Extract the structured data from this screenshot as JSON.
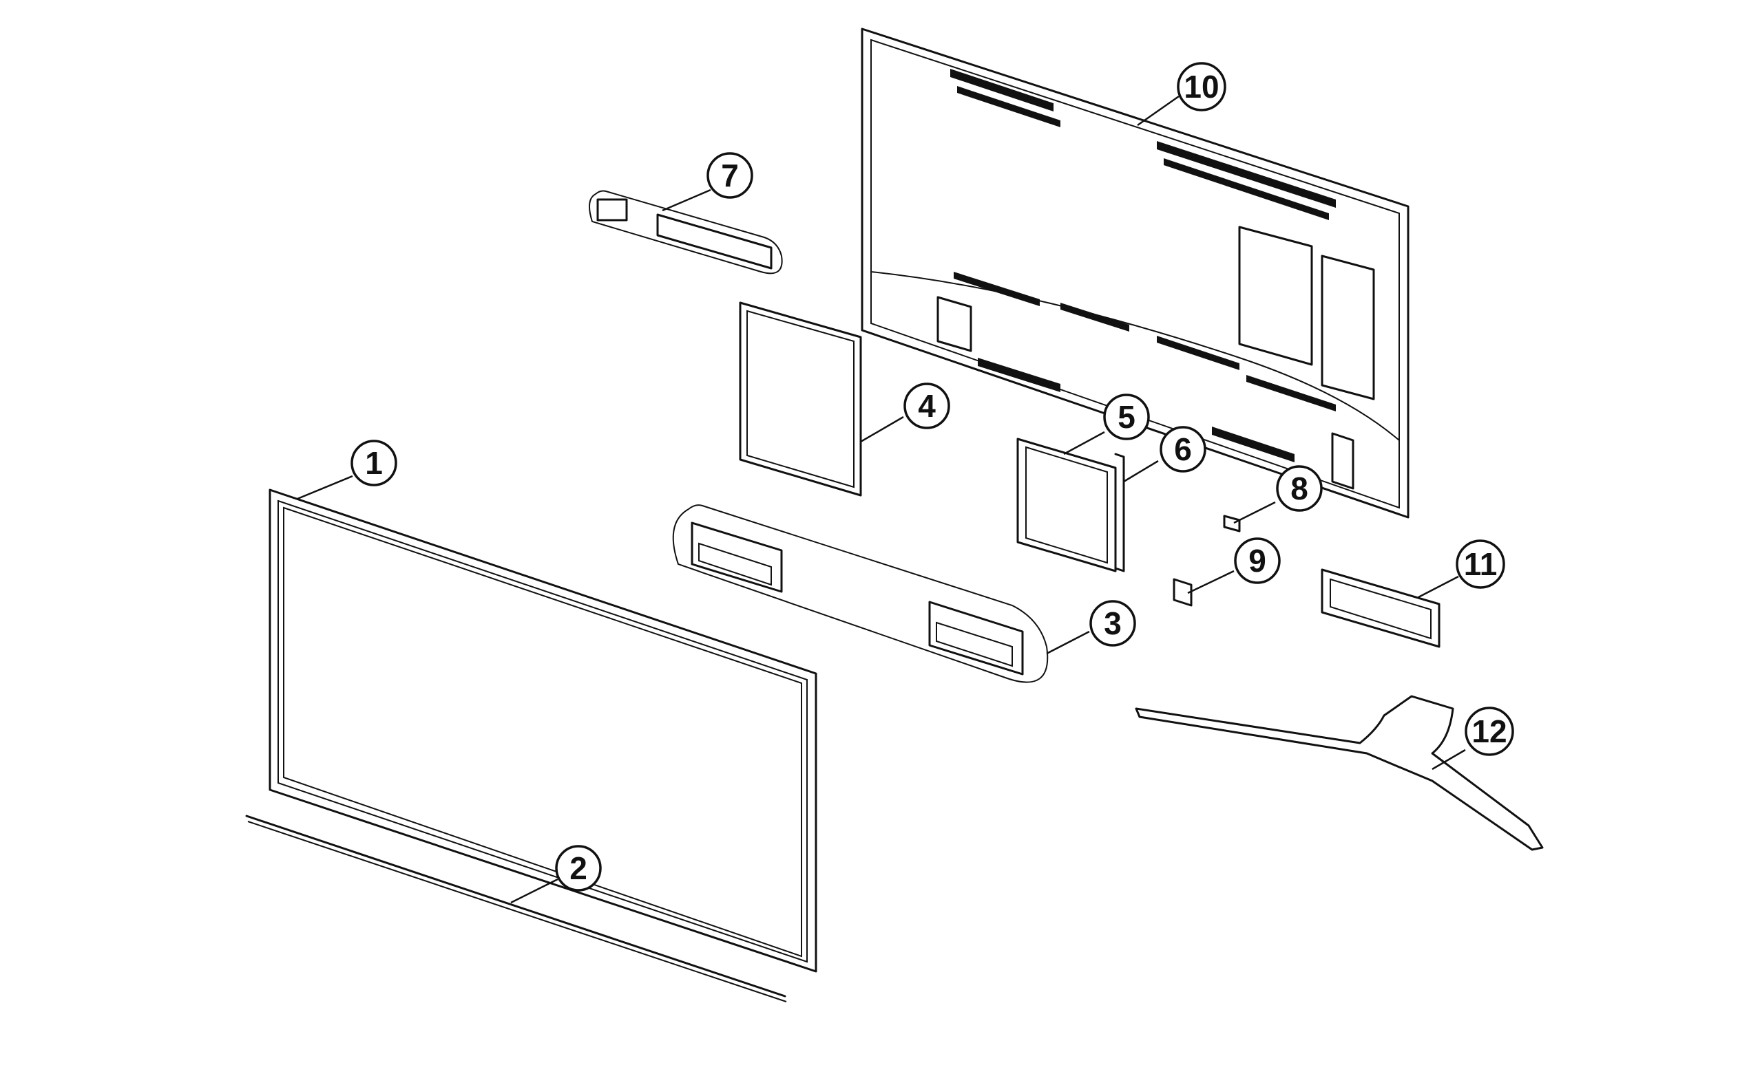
{
  "callouts": [
    {
      "id": "1",
      "label": "1"
    },
    {
      "id": "2",
      "label": "2"
    },
    {
      "id": "3",
      "label": "3"
    },
    {
      "id": "4",
      "label": "4"
    },
    {
      "id": "5",
      "label": "5"
    },
    {
      "id": "6",
      "label": "6"
    },
    {
      "id": "7",
      "label": "7"
    },
    {
      "id": "8",
      "label": "8"
    },
    {
      "id": "9",
      "label": "9"
    },
    {
      "id": "10",
      "label": "10"
    },
    {
      "id": "11",
      "label": "11"
    },
    {
      "id": "12",
      "label": "12"
    }
  ],
  "line_color": "#111111",
  "background": "#ffffff"
}
